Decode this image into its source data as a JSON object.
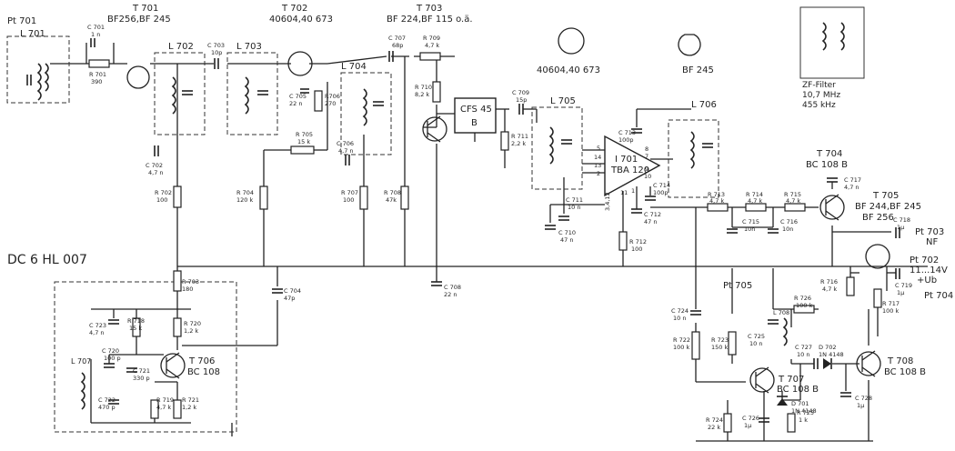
{
  "diagram": {
    "drawing_id": "DC 6 HL 007",
    "transistors": [
      {
        "ref": "T 701",
        "type": "BF256,BF 245"
      },
      {
        "ref": "T 702",
        "type": "40604,40 673"
      },
      {
        "ref": "T 703",
        "type": "BF 224,BF 115 o.ä."
      },
      {
        "ref": "T 704",
        "type": "BC 108 B"
      },
      {
        "ref": "T 705",
        "type": "BF 244,BF 245",
        "type2": "BF 256"
      },
      {
        "ref": "T 706",
        "type": "BC 108"
      },
      {
        "ref": "T 707",
        "type": "BC 108 B"
      },
      {
        "ref": "T 708",
        "type": "BC 108 B"
      }
    ],
    "ic": {
      "ref": "I 701",
      "type": "TBA 120"
    },
    "filter_ref": "CFS 45",
    "filter_sub": "B",
    "pin_diagrams": {
      "mosfet": "40604,40 673",
      "jfet": "BF 245"
    },
    "zf_filter": {
      "title": "ZF-Filter",
      "f1": "10,7 MHz",
      "f2": "455 kHz"
    },
    "points": {
      "p701": "Pt 701",
      "p702": "Pt 702",
      "p703": "Pt 703",
      "p704": "Pt 704",
      "p705": "Pt 705",
      "nf": "NF",
      "supply": "11...14V",
      "ub": "+Ub"
    },
    "coils": [
      "L 701",
      "L 702",
      "L 703",
      "L 704",
      "L 705",
      "L 706",
      "L 707",
      "L 708"
    ],
    "caps": {
      "c701": "C 701",
      "c701v": "1 n",
      "c702": "C 702",
      "c702v": "4,7 n",
      "c703": "C 703",
      "c703v": "10p",
      "c704": "C 704",
      "c704v": "47p",
      "c705": "C 705",
      "c705v": "22 n",
      "c706": "C 706",
      "c706v": "4,7 n",
      "c707": "C 707",
      "c707v": "68p",
      "c708": "C 708",
      "c708v": "22 n",
      "c709": "C 709",
      "c709v": "15p",
      "c710": "C 710",
      "c710v": "47 n",
      "c711": "C 711",
      "c711v": "10 n",
      "c712": "C 712",
      "c712v": "47 n",
      "c713": "C 713",
      "c713v": "100p",
      "c714": "C 714",
      "c714v": "100p",
      "c715": "C 715",
      "c715v": "10n",
      "c716": "C 716",
      "c716v": "10n",
      "c717": "C 717",
      "c717v": "4,7 n",
      "c718": "C 718",
      "c718v": "1µ",
      "c719": "C 719",
      "c719v": "1µ",
      "c720": "C 720",
      "c720v": "100 p",
      "c721": "C 721",
      "c721v": "330 p",
      "c722": "C 722",
      "c722v": "470 p",
      "c723": "C 723",
      "c723v": "4,7 n",
      "c724": "C 724",
      "c724v": "10 n",
      "c725": "C 725",
      "c725v": "10 n",
      "c726": "C 726",
      "c726v": "1µ",
      "c727": "C 727",
      "c727v": "10 n",
      "c728": "C 728",
      "c728v": "1µ"
    },
    "resistors": {
      "r701": "R 701",
      "r701v": "390",
      "r702": "R 702",
      "r702v": "100",
      "r703": "R 703",
      "r703v": "180",
      "r704": "R 704",
      "r704v": "120 k",
      "r705": "R 705",
      "r705v": "15 k",
      "r706": "R706",
      "r706v": "270",
      "r707": "R 707",
      "r707v": "100",
      "r708": "R 708",
      "r708v": "47k",
      "r709": "R 709",
      "r709v": "4,7 k",
      "r710": "R 710",
      "r710v": "8,2 k",
      "r711": "R 711",
      "r711v": "2,2 k",
      "r712": "R 712",
      "r712v": "100",
      "r713": "R 713",
      "r713v": "4,7 k",
      "r714": "R 714",
      "r714v": "4,7 k",
      "r715": "R 715",
      "r715v": "4,7 k",
      "r716": "R 716",
      "r716v": "4,7 k",
      "r717": "R 717",
      "r717v": "100 k",
      "r718": "R 718",
      "r718v": "15 k",
      "r719": "R 719",
      "r719v": "4,7 k",
      "r720": "R 720",
      "r720v": "1,2 k",
      "r721": "R 721",
      "r721v": "1,2 k",
      "r722": "R 722",
      "r722v": "100 k",
      "r723": "R 723",
      "r723v": "150 k",
      "r724": "R 724",
      "r724v": "22 k",
      "r725": "R 725",
      "r725v": "1 k",
      "r726": "R 726",
      "r726v": "100 k"
    },
    "diodes": [
      {
        "ref": "D 701",
        "type": "1N 4148"
      },
      {
        "ref": "D 702",
        "type": "1N 4148"
      }
    ],
    "ic_pins": [
      "5",
      "14",
      "13",
      "2",
      "8",
      "7",
      "9",
      "10",
      "11",
      "1",
      "3,4,12"
    ]
  }
}
